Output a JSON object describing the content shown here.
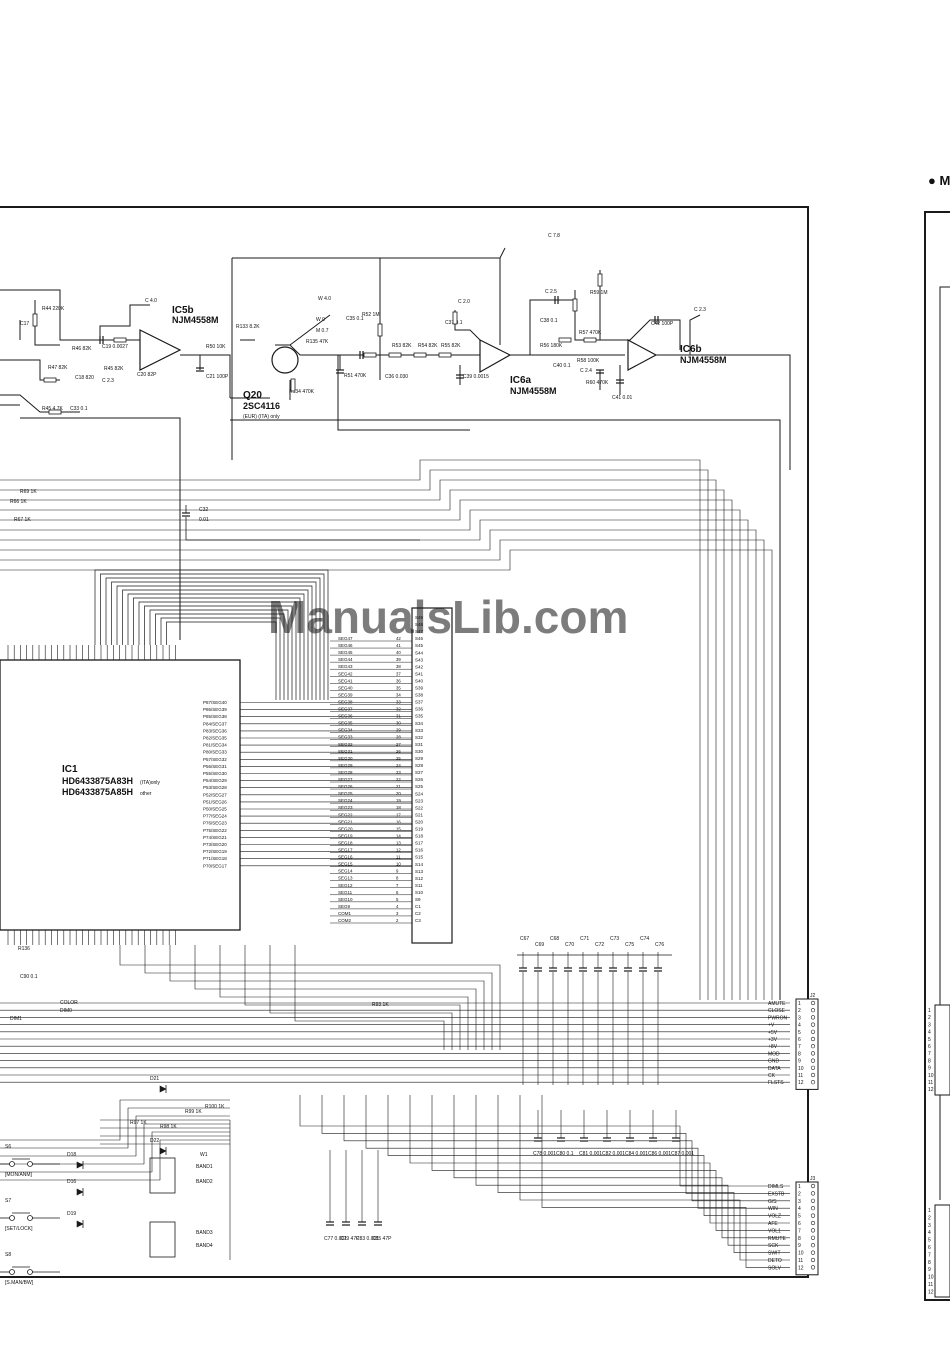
{
  "watermark": "ManualsLib.com",
  "header": {
    "right_title": "● M"
  },
  "colors": {
    "line": "#1a1a1a",
    "watermark": "#5a8fd8",
    "paper": "#ffffff"
  },
  "ics": {
    "ic5b": {
      "ref": "IC5b",
      "part": "NJM4558M"
    },
    "ic6a": {
      "ref": "IC6a",
      "part": "NJM4558M"
    },
    "ic6b": {
      "ref": "IC6b",
      "part": "NJM4558M"
    },
    "q20": {
      "ref": "Q20",
      "part": "2SC4116",
      "note": "(EUR) (ITA) only"
    },
    "ic1": {
      "ref": "IC1",
      "part_a": "HD6433875A83H",
      "note_a": "(ITA)only",
      "part_b": "HD6433875A85H",
      "note_b": "other"
    }
  },
  "lcd_segments": [
    "SEG47",
    "SEG46",
    "SEG45",
    "SEG44",
    "SEG43",
    "SEG42",
    "SEG41",
    "SEG40",
    "SEG39",
    "SEG38",
    "SEG37",
    "SEG36",
    "SEG35",
    "SEG34",
    "SEG33",
    "SEG32",
    "SEG31",
    "SEG30",
    "SEG29",
    "SEG28",
    "SEG27",
    "SEG26",
    "SEG25",
    "SEG24",
    "SEG23",
    "SEG22",
    "SEG21",
    "SEG20",
    "SEG19",
    "SEG18",
    "SEG17",
    "SEG16",
    "SEG15",
    "SEG14",
    "SEG13",
    "SEG12",
    "SEG11",
    "SEG10",
    "SEG9",
    "COM1",
    "COM2"
  ],
  "lcd_pins": [
    "S49",
    "S48",
    "S47",
    "S46",
    "S45",
    "S44",
    "S43",
    "S42",
    "S41",
    "S40",
    "S39",
    "S38",
    "S37",
    "S36",
    "S35",
    "S34",
    "S33",
    "S32",
    "S31",
    "S30",
    "S29",
    "S28",
    "S27",
    "S26",
    "S25",
    "S24",
    "S23",
    "S22",
    "S21",
    "S20",
    "S19",
    "S18",
    "S17",
    "S16",
    "S15",
    "S14",
    "S13",
    "S12",
    "S11",
    "S10",
    "S9",
    "C1",
    "C2",
    "C3"
  ],
  "ic1_port_labels": [
    "P87/SEG40",
    "P86/SEG39",
    "P85/SEG38",
    "P84/SEG37",
    "P83/SEG36",
    "P82/SEG35",
    "P81/SEG34",
    "P80/SEG33",
    "P57/SEG32",
    "P56/SEG31",
    "P55/SEG30",
    "P54/SEG29",
    "P53/SEG28",
    "P52/SEG27",
    "P51/SEG26",
    "P50/SEG25",
    "P77/SEG24",
    "P76/SEG23",
    "P75/SEG22",
    "P74/SEG21",
    "P73/SEG20",
    "P72/SEG19",
    "P71/SEG18",
    "P70/SEG17"
  ],
  "connector_j2": {
    "ref": "J2",
    "signals": [
      "AMUTE",
      "CLOSE",
      "PWRON",
      "+V",
      "+5V",
      "+3V",
      "+8V",
      "MOD",
      "GND",
      "DATA",
      "CK",
      "FLSTS"
    ],
    "pins": [
      "1",
      "2",
      "3",
      "4",
      "5",
      "6",
      "7",
      "8",
      "9",
      "10",
      "11",
      "12"
    ]
  },
  "connector_j3": {
    "ref": "J3",
    "signals": [
      "DIMLS",
      "EXSTB",
      "G/S",
      "WIN",
      "VOLZ",
      "AFE",
      "VOL1",
      "RMUTE",
      "SCK",
      "SWIT",
      "DETO",
      "SOLV"
    ],
    "pins": [
      "1",
      "2",
      "3",
      "4",
      "5",
      "6",
      "7",
      "8",
      "9",
      "10",
      "11",
      "12"
    ]
  },
  "right_connector_pins": [
    "1",
    "2",
    "3",
    "4",
    "5",
    "6",
    "7",
    "8",
    "9",
    "10",
    "11",
    "12"
  ],
  "switches": [
    {
      "ref": "S6",
      "label": "[MON/ANM]"
    },
    {
      "ref": "S7",
      "label": "[SET/LOCK]"
    },
    {
      "ref": "S8",
      "label": "[S.MAN/BW]"
    }
  ],
  "diodes": [
    "D18",
    "D16",
    "D19",
    "D21",
    "D22"
  ],
  "bands": [
    "BAND1",
    "BAND2",
    "BAND3",
    "BAND4"
  ],
  "top_components": [
    "C 7.8",
    "C 2.5",
    "C 2.3",
    "R59 1M",
    "C42 100P",
    "C 2.0",
    "C37 0.1",
    "C38 0.1",
    "R57 470K",
    "R58 100K",
    "R56 180K",
    "C40 0.1",
    "C 2.4",
    "R60 470K",
    "C41 0.01",
    "R52 1M",
    "R53 82K",
    "R54 82K",
    "R55 82K",
    "C35 0.1",
    "R51 470K",
    "C36 0.030",
    "C39 0.0015",
    "W 4.0",
    "W 0",
    "M 0.7",
    "R133 8.2K",
    "R135 47K",
    "R134 470K",
    "C 4.0",
    "R46 82K",
    "R45 82K",
    "R44 220K",
    "C19 0.0027",
    "C20 82P",
    "C21 100P",
    "R50 10K",
    "R47 82K",
    "C18 820",
    "C 2.3",
    "C17",
    "R45 4.7K",
    "C33 0.1"
  ],
  "bottom_caps_top": [
    "C67",
    "C69",
    "C68",
    "C70",
    "C71",
    "C72",
    "C73",
    "C75",
    "C74",
    "C76"
  ],
  "bottom_caps_bottom": [
    "C78 0.001",
    "C80 0.1",
    "C81 0.001",
    "C82 0.001",
    "C84 0.001",
    "C86 0.001",
    "C87 0.001"
  ],
  "bottom_caps_left": [
    "C77 0.001",
    "C79 47P",
    "C83 0.001",
    "C85 47P"
  ],
  "misc_labels": [
    "C32",
    "0.01",
    "R69 1K",
    "R67 1K",
    "R66 1K",
    "C90 0.1",
    "R136",
    "COLOR",
    "DIM0",
    "DIM1",
    "R99 1K",
    "R100 1K",
    "R98 1K",
    "R97 1K",
    "W1",
    "R93 1K"
  ]
}
